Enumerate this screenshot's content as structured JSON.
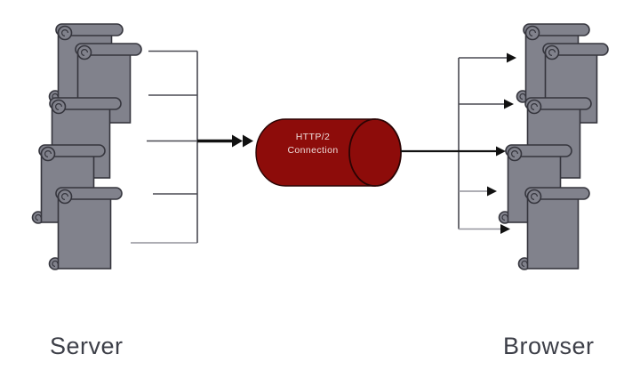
{
  "labels": {
    "server": "Server",
    "browser": "Browser"
  },
  "connection": {
    "line1": "HTTP/2",
    "line2": "Connection"
  },
  "counts": {
    "server_scrolls": 5,
    "browser_scrolls": 5,
    "server_stream_lines": 5,
    "browser_stream_arrows": 5
  },
  "icons": {
    "scroll": "scroll-shape-icon",
    "cylinder": "http2-connection-cylinder-icon",
    "double_arrow": "double-arrowhead-icon",
    "arrow": "right-arrowhead-icon"
  },
  "colors": {
    "background": "#ffffff",
    "scroll_fill": "#81828c",
    "scroll_stroke": "#35353d",
    "cylinder_fill": "#8d0c0a",
    "cylinder_stroke": "#2a0404",
    "connection_text": "#eedddb",
    "stream_line": "#4a4a52",
    "stream_line_light": "#94949c",
    "arrow_black": "#111111",
    "label_text": "#3d3f48"
  }
}
